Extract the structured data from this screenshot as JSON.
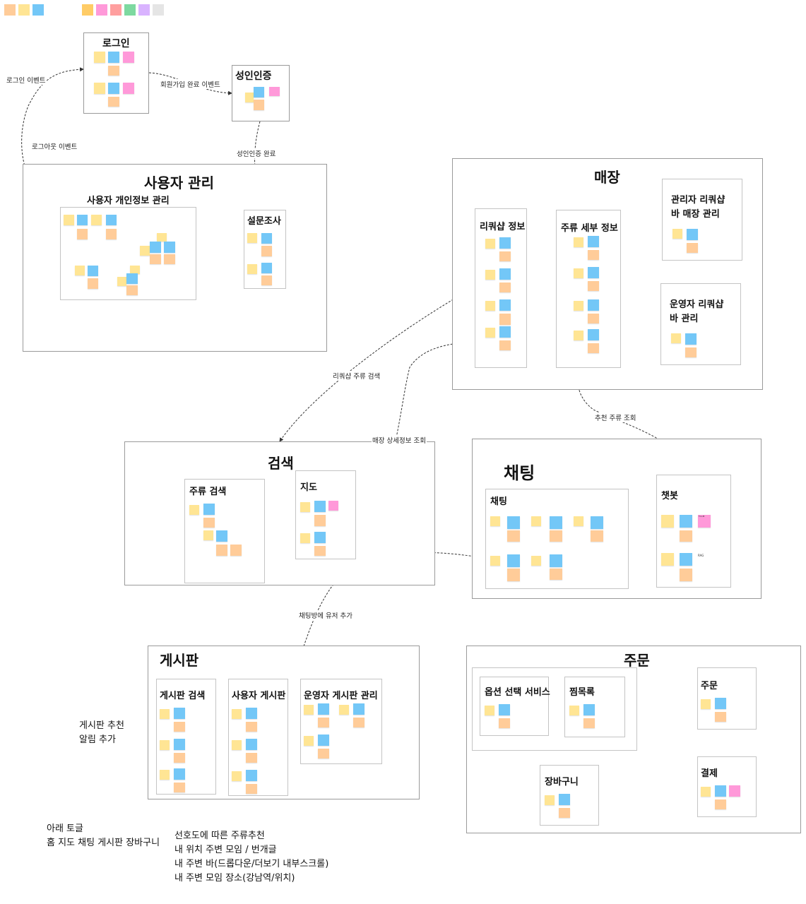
{
  "legend": {
    "colors": [
      "#ffe594",
      "#ffe594",
      "#73c7f7",
      "#ffcc66",
      "#ff99d9",
      "#ff9f9f",
      "#7dd9a0",
      "#d9b3ff",
      "#e5e5e5"
    ]
  },
  "frames": {
    "login": "로그인",
    "adult_auth": "성인인증",
    "user_mgmt": "사용자 관리",
    "user_info": "사용자 개인정보 관리",
    "survey": "설문조사",
    "store": "매장",
    "liquor_shop_info": "리쿼샵 정보",
    "liquor_detail": "주류 세부 정보",
    "admin_shop": "관리자 리쿼샵\n바 매장 관리",
    "operator_shop": "운영자 리쿼샵\n바 관리",
    "search": "검색",
    "liquor_search": "주류 검색",
    "map": "지도",
    "chatting_group": "채팅",
    "chat": "채팅",
    "chatbot": "챗봇",
    "board": "게시판",
    "board_search": "게시판 검색",
    "user_board": "사용자 게시판",
    "operator_board": "운영자 게시판 관리",
    "order_group": "주문",
    "option_service": "옵션 선택 서비스",
    "wishlist": "찜목록",
    "cart": "장바구니",
    "order": "주문",
    "payment": "결제"
  },
  "edges": {
    "login_event": "로그인 이벤트",
    "logout_event": "로그아웃 이벤트",
    "signup_complete": "회원가입 완료 이벤트",
    "adult_auth_complete": "성인인증 완료",
    "liquor_shop_search": "리쿼샵 주류 검색",
    "store_detail": "매장 상세정보 조회",
    "recommend_liquor": "추천 주류 조회",
    "add_chat_user": "채팅방에 유저 추가"
  },
  "notes": {
    "board_alarm": [
      "게시판 추천",
      "알림 추가"
    ],
    "bottom_left": [
      "아래 토글",
      "홈 지도 채팅 게시판 장바구니"
    ],
    "bottom_right": [
      "선호도에 따른 주류추천",
      "내 위치 주변 모임 / 번개글",
      "내 주변 바(드롭다운/더보기 내부스크롤)",
      "내 주변 모임 장소(강남역/위치)"
    ]
  },
  "stickies": {
    "chatbot_llm": "T.LLM",
    "chatbot_rag": "RAG"
  }
}
